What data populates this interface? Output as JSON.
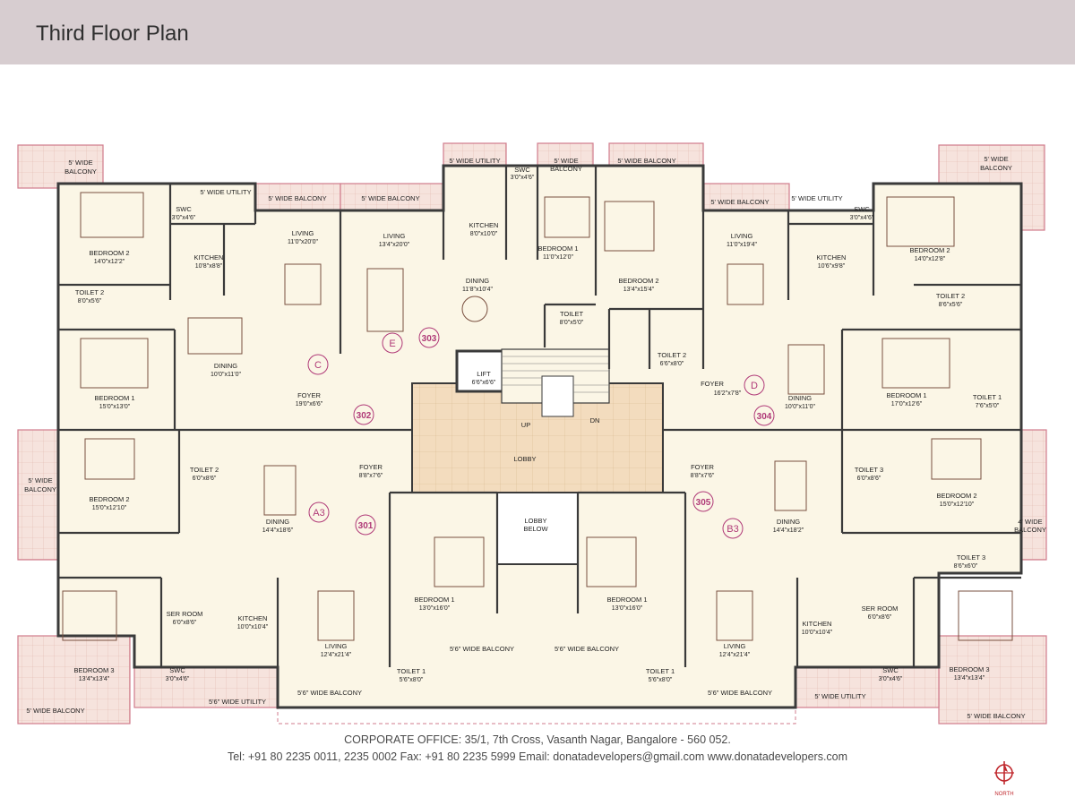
{
  "page": {
    "title": "Third Floor Plan"
  },
  "units": [
    {
      "letter": "A3",
      "number": "301"
    },
    {
      "letter": "C",
      "number": "302"
    },
    {
      "letter": "E",
      "number": "303"
    },
    {
      "letter": "D",
      "number": "304"
    },
    {
      "letter": "B3",
      "number": "305"
    }
  ],
  "rooms": {
    "c_balcony": {
      "name": "5' WIDE",
      "name2": "BALCONY"
    },
    "c_bed2": {
      "name": "BEDROOM 2",
      "dim": "14'0\"x12'2\""
    },
    "c_swc": {
      "name": "SWC",
      "dim": "3'0\"x4'6\""
    },
    "c_utility": {
      "name": "5' WIDE UTILITY"
    },
    "c_kitchen": {
      "name": "KITCHEN",
      "dim": "10'8\"x8'8\""
    },
    "c_toilet2": {
      "name": "TOILET 2",
      "dim": "8'0\"x5'6\""
    },
    "c_living": {
      "name": "LIVING",
      "dim": "11'0\"x20'0\""
    },
    "c_bed1": {
      "name": "BEDROOM 1",
      "dim": "15'0\"x13'0\""
    },
    "c_dining": {
      "name": "DINING",
      "dim": "10'0\"x11'0\""
    },
    "c_foyer": {
      "name": "FOYER",
      "dim": "19'0\"x6'6\""
    },
    "c_top_balcony": {
      "name": "5' WIDE BALCONY"
    },
    "e_balcony": {
      "name": "5' WIDE BALCONY"
    },
    "e_living": {
      "name": "LIVING",
      "dim": "13'4\"x20'0\""
    },
    "e_utility": {
      "name": "5' WIDE UTILITY"
    },
    "e_swc": {
      "name": "SWC",
      "dim": "3'0\"x4'6\""
    },
    "e_balcony2": {
      "name": "5' WIDE",
      "name2": "BALCONY"
    },
    "e_balcony3": {
      "name": "5' WIDE BALCONY"
    },
    "e_kitchen": {
      "name": "KITCHEN",
      "dim": "8'0\"x10'0\""
    },
    "e_bed1": {
      "name": "BEDROOM 1",
      "dim": "11'0\"x12'0\""
    },
    "e_bed2": {
      "name": "BEDROOM 2",
      "dim": "13'4\"x15'4\""
    },
    "e_dining": {
      "name": "DINING",
      "dim": "11'8\"x10'4\""
    },
    "e_toilet": {
      "name": "TOILET",
      "dim": "8'0\"x5'0\""
    },
    "e_toilet2": {
      "name": "TOILET 2",
      "dim": "6'6\"x8'0\""
    },
    "lift": {
      "name": "LIFT",
      "dim": "6'6\"x6'6\""
    },
    "lobby": {
      "name": "LOBBY"
    },
    "stair_up": {
      "name": "UP"
    },
    "stair_dn": {
      "name": "DN"
    },
    "lobby_below": {
      "name": "LOBBY",
      "name2": "BELOW"
    },
    "d_balcony": {
      "name": "5' WIDE BALCONY"
    },
    "d_utility": {
      "name": "5' WIDE UTILITY"
    },
    "d_swc": {
      "name": "SWC",
      "dim": "3'0\"x4'6\""
    },
    "d_balcony2": {
      "name": "5' WIDE",
      "name2": "BALCONY"
    },
    "d_living": {
      "name": "LIVING",
      "dim": "11'0\"x19'4\""
    },
    "d_kitchen": {
      "name": "KITCHEN",
      "dim": "10'6\"x9'8\""
    },
    "d_bed2": {
      "name": "BEDROOM 2",
      "dim": "14'0\"x12'8\""
    },
    "d_toilet2": {
      "name": "TOILET 2",
      "dim": "8'6\"x5'6\""
    },
    "d_foyer": {
      "name": "FOYER",
      "dim": "16'2\"x7'8\""
    },
    "d_dining": {
      "name": "DINING",
      "dim": "10'0\"x11'0\""
    },
    "d_bed1": {
      "name": "BEDROOM 1",
      "dim": "17'0\"x12'6\""
    },
    "d_toilet1": {
      "name": "TOILET 1",
      "dim": "7'6\"x5'0\""
    },
    "a_balcony": {
      "name": "5' WIDE",
      "name2": "BALCONY"
    },
    "a_bed2": {
      "name": "BEDROOM 2",
      "dim": "15'0\"x12'10\""
    },
    "a_toilet2": {
      "name": "TOILET 2",
      "dim": "6'0\"x8'6\""
    },
    "a_foyer": {
      "name": "FOYER",
      "dim": "8'8\"x7'6\""
    },
    "a_dining": {
      "name": "DINING",
      "dim": "14'4\"x18'6\""
    },
    "a_ser": {
      "name": "SER ROOM",
      "dim": "6'0\"x8'6\""
    },
    "a_kitchen": {
      "name": "KITCHEN",
      "dim": "10'0\"x10'4\""
    },
    "a_bed1": {
      "name": "BEDROOM 1",
      "dim": "13'0\"x16'0\""
    },
    "a_living": {
      "name": "LIVING",
      "dim": "12'4\"x21'4\""
    },
    "a_bed3": {
      "name": "BEDROOM 3",
      "dim": "13'4\"x13'4\""
    },
    "a_swc": {
      "name": "SWC",
      "dim": "3'0\"x4'6\""
    },
    "a_toilet1": {
      "name": "TOILET 1",
      "dim": "5'6\"x8'0\""
    },
    "a_utility": {
      "name": "5'6\" WIDE UTILITY"
    },
    "a_balcony2": {
      "name": "5'6\" WIDE BALCONY"
    },
    "a_balcony3": {
      "name": "5'6\" WIDE BALCONY"
    },
    "a_balcony4": {
      "name": "5' WIDE BALCONY"
    },
    "b_foyer": {
      "name": "FOYER",
      "dim": "8'8\"x7'6\""
    },
    "b_toilet3": {
      "name": "TOILET 3",
      "dim": "6'0\"x8'6\""
    },
    "b_bed2": {
      "name": "BEDROOM 2",
      "dim": "15'0\"x12'10\""
    },
    "b_balcony": {
      "name": "4' WIDE",
      "name2": "BALCONY"
    },
    "b_dining": {
      "name": "DINING",
      "dim": "14'4\"x18'2\""
    },
    "b_toilet3b": {
      "name": "TOILET 3",
      "dim": "8'6\"x6'0\""
    },
    "b_bed1": {
      "name": "BEDROOM 1",
      "dim": "13'0\"x16'0\""
    },
    "b_ser": {
      "name": "SER ROOM",
      "dim": "6'0\"x8'6\""
    },
    "b_kitchen": {
      "name": "KITCHEN",
      "dim": "10'0\"x10'4\""
    },
    "b_living": {
      "name": "LIVING",
      "dim": "12'4\"x21'4\""
    },
    "b_swc": {
      "name": "SWC",
      "dim": "3'0\"x4'6\""
    },
    "b_bed3": {
      "name": "BEDROOM 3",
      "dim": "13'4\"x13'4\""
    },
    "b_toilet1": {
      "name": "TOILET 1",
      "dim": "5'6\"x8'0\""
    },
    "b_utility": {
      "name": "5' WIDE UTILITY"
    },
    "b_balcony2": {
      "name": "5'6\" WIDE BALCONY"
    },
    "b_balcony3": {
      "name": "5'6\" WIDE BALCONY"
    },
    "b_balcony4": {
      "name": "5' WIDE BALCONY"
    }
  },
  "footer": {
    "office": "CORPORATE OFFICE: 35/1, 7th Cross, Vasanth Nagar, Bangalore - 560 052.",
    "contact": "Tel: +91 80 2235 0011, 2235 0002 Fax: +91 80 2235 5999 Email: donatadevelopers@gmail.com www.donatadevelopers.com",
    "north_label": "NORTH"
  },
  "colors": {
    "header": "#d7cdd0",
    "floor": "#fbf6e6",
    "balcony": "#f6e3dd",
    "lobby": "#f3dcbe",
    "wall": "#3a3a3a",
    "accent": "#b03a78"
  }
}
